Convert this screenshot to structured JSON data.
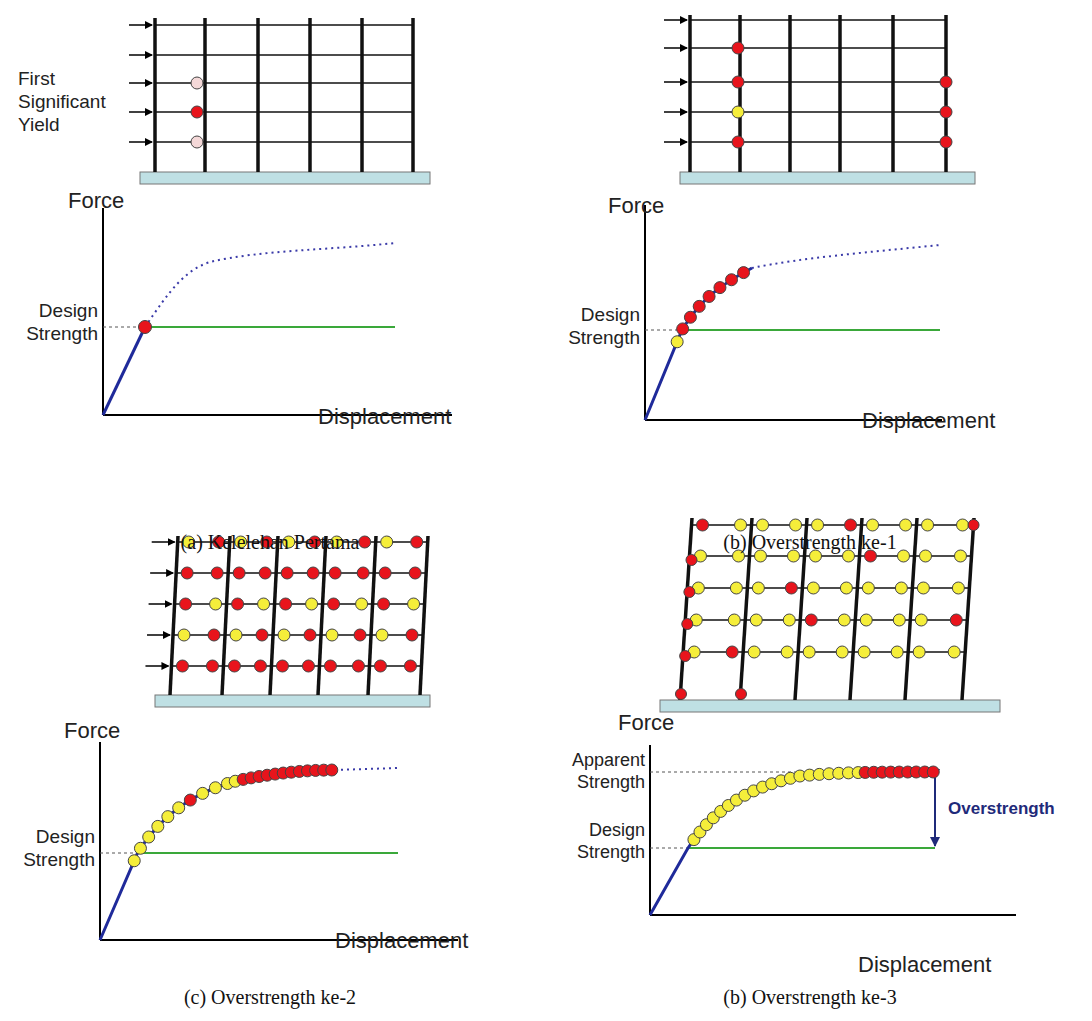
{
  "diagram": {
    "labels": [
      "First Significant Yield",
      "Force",
      "Design Strength",
      "Displacement",
      "(a) Kelelehan Pertama",
      "Force",
      "Design Strength",
      "Displacement",
      "(b) Overstrength ke-1",
      "Force",
      "Design Strength",
      "Displacement",
      "(c) Overstrength ke-2",
      "Force",
      "Apparent Strength",
      "Design Strength",
      "Overstrength",
      "Displacement",
      "(b) Overstrength ke-3"
    ]
  }
}
